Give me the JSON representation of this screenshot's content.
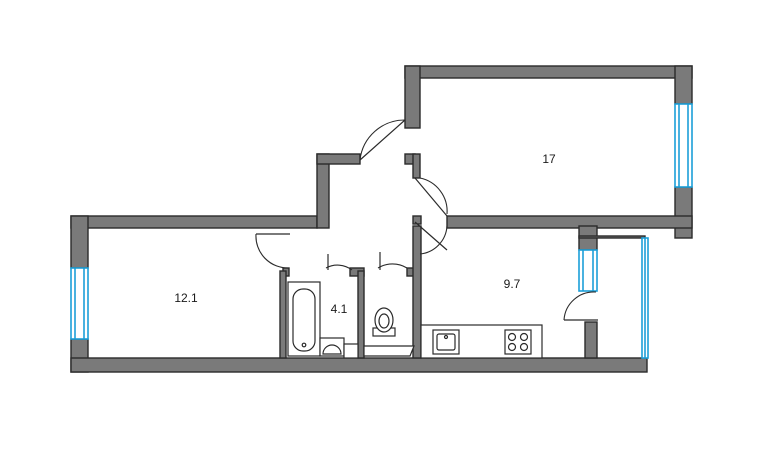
{
  "rooms": {
    "bedroom": {
      "area": "17"
    },
    "living": {
      "area": "12.1"
    },
    "bathroom": {
      "area": "4.1"
    },
    "kitchen": {
      "area": "9.7"
    }
  },
  "colors": {
    "wall_fill": "#7a7a7a",
    "wall_stroke": "#2b2b2b",
    "window": "#1c9fd8",
    "background": "#ffffff"
  },
  "icons": [
    "bathtub-icon",
    "sink-icon",
    "toilet-icon",
    "kitchen-sink-icon",
    "stove-icon",
    "door-swing-icon"
  ]
}
